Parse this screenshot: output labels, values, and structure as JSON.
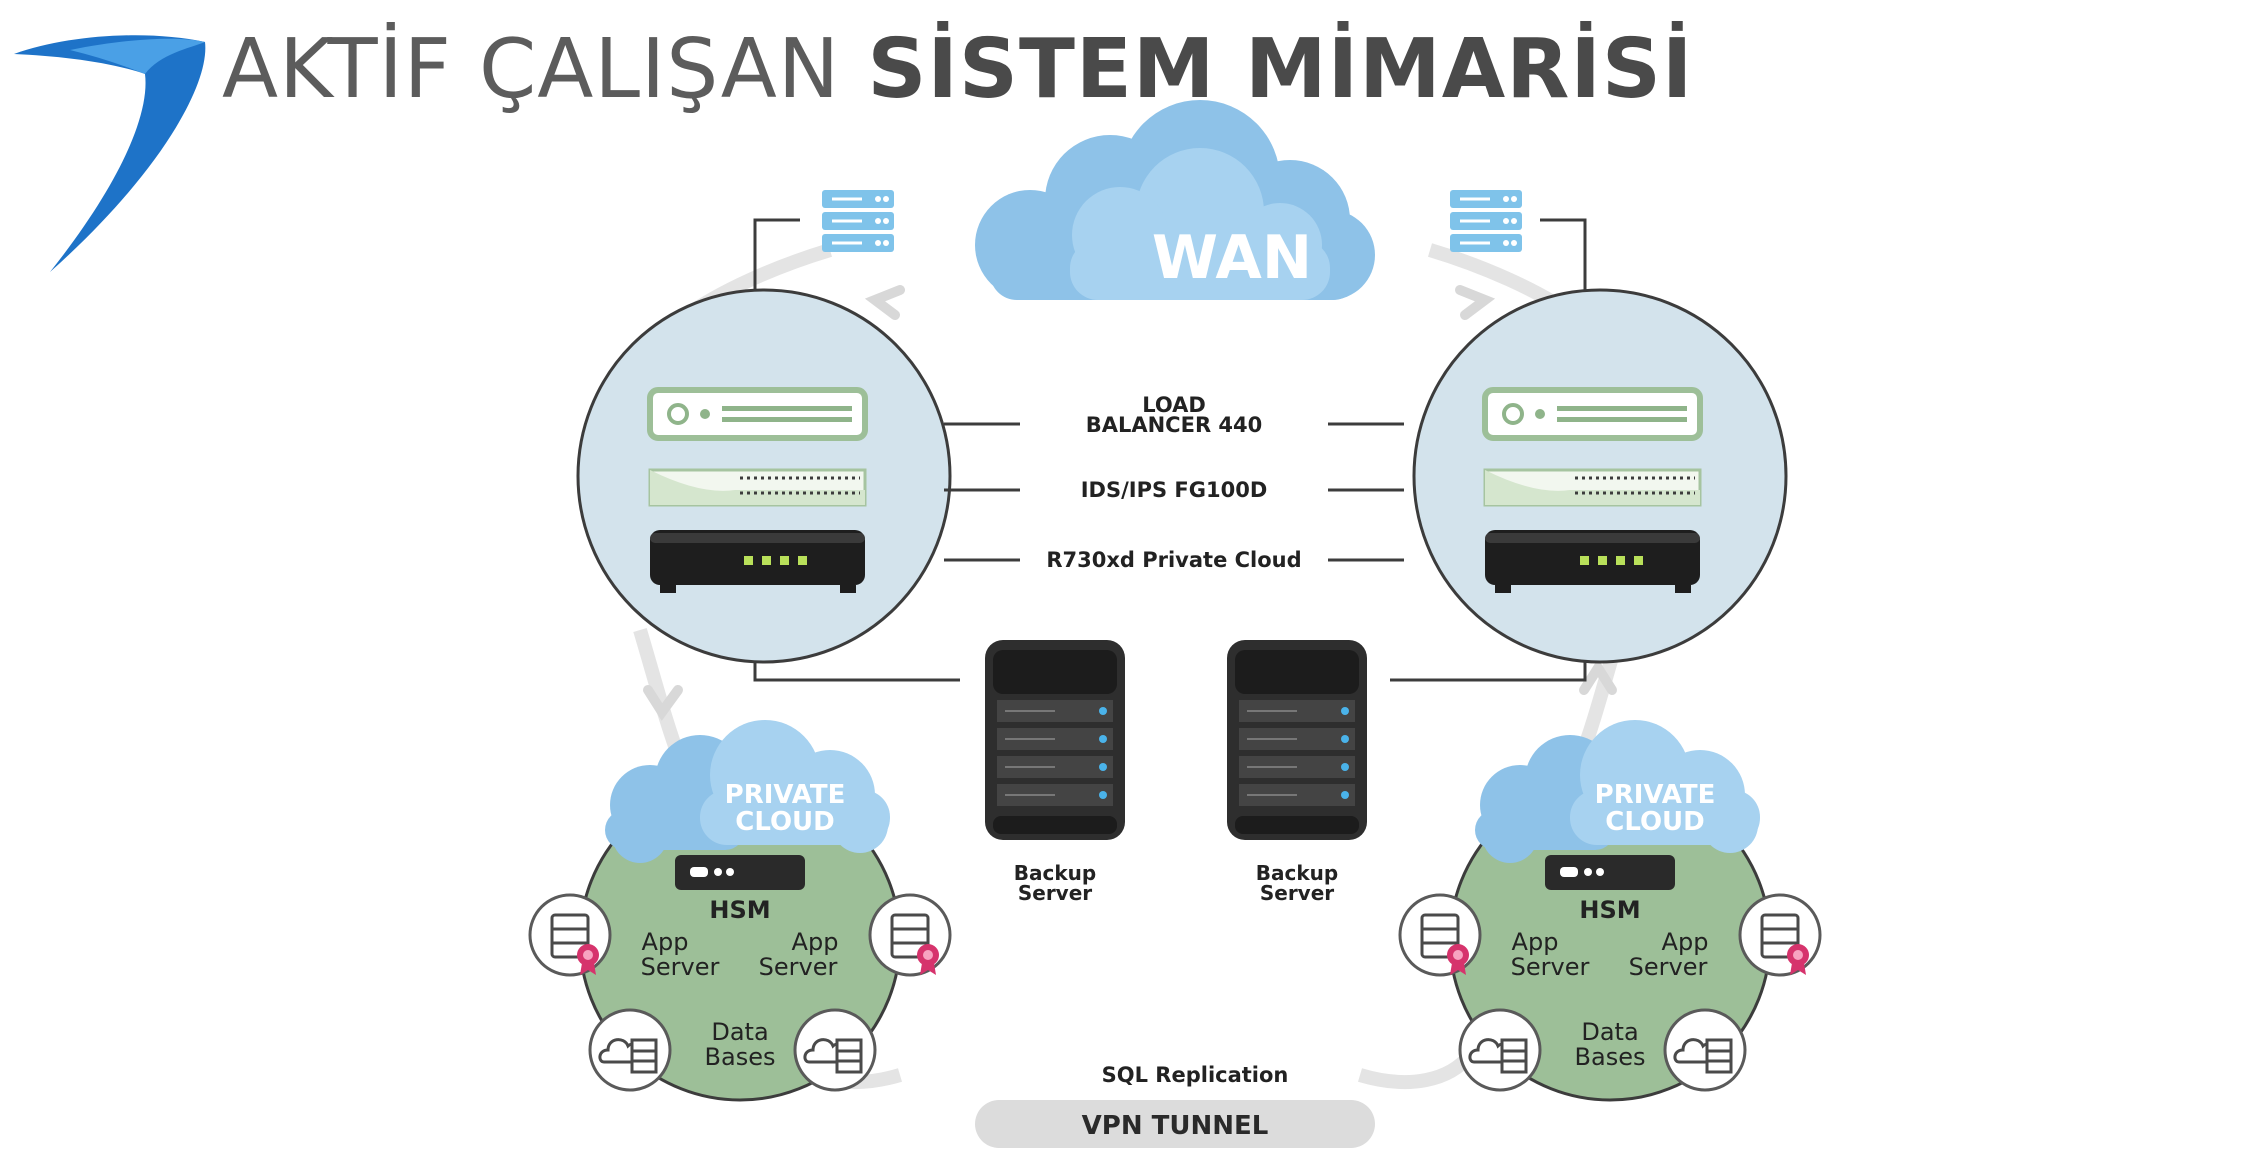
{
  "header": {
    "title_regular": "AKTİF ÇALIŞAN",
    "title_bold": "SİSTEM MİMARİSİ"
  },
  "colors": {
    "logo_blue": "#1e73c8",
    "cloud_blue": "#8ec2e8",
    "hub_fill": "#d3e3ec",
    "private_cloud_green": "#9dbf98",
    "ring_gray": "#e4e4e4",
    "line_dark": "#3c3c3c",
    "heading_gray": "#5c5c5c"
  },
  "diagram": {
    "wan_label": "WAN",
    "hub_labels": {
      "load_balancer_line1": "LOAD",
      "load_balancer_line2": "BALANCER 440",
      "ids_ips": "IDS/IPS FG100D",
      "private_cloud_server": "R730xd Private Cloud"
    },
    "backup_servers": [
      {
        "line1": "Backup",
        "line2": "Server"
      },
      {
        "line1": "Backup",
        "line2": "Server"
      }
    ],
    "private_clouds": [
      {
        "cloud_line1": "PRIVATE",
        "cloud_line2": "CLOUD",
        "hsm": "HSM",
        "app_servers": [
          {
            "line1": "App",
            "line2": "Server"
          },
          {
            "line1": "App",
            "line2": "Server"
          }
        ],
        "databases": {
          "line1": "Data",
          "line2": "Bases"
        }
      },
      {
        "cloud_line1": "PRIVATE",
        "cloud_line2": "CLOUD",
        "hsm": "HSM",
        "app_servers": [
          {
            "line1": "App",
            "line2": "Server"
          },
          {
            "line1": "App",
            "line2": "Server"
          }
        ],
        "databases": {
          "line1": "Data",
          "line2": "Bases"
        }
      }
    ],
    "sql_replication": "SQL Replication",
    "vpn_tunnel": "VPN TUNNEL"
  },
  "icons": [
    "logo-swoosh-icon",
    "database-stack-icon",
    "rack-unit-icon",
    "firewall-icon",
    "server-box-icon",
    "tower-server-icon",
    "cloud-icon",
    "certificate-ribbon-icon",
    "cloud-database-icon",
    "arrow-icon"
  ]
}
